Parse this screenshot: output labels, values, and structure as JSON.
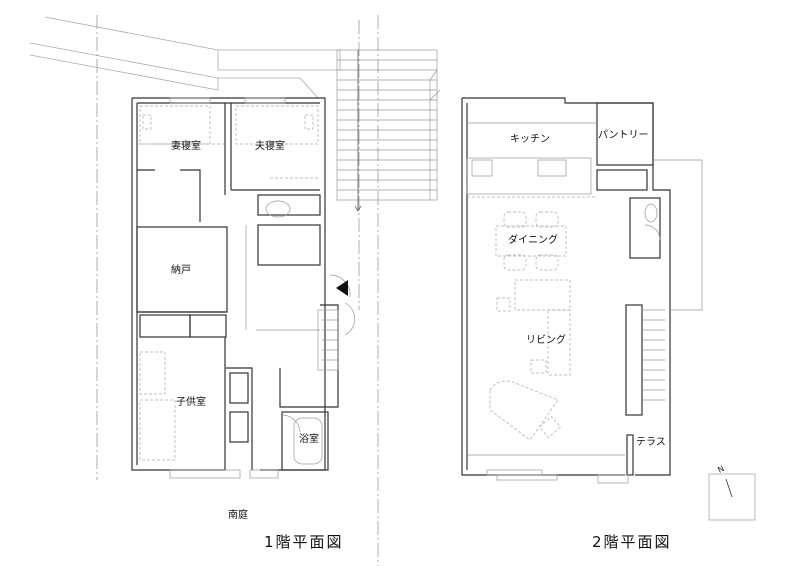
{
  "floor1": {
    "title": "1階平面図",
    "rooms": {
      "wife_bedroom": "妻寝室",
      "husband_bedroom": "夫寝室",
      "storage": "納戸",
      "child_room": "子供室",
      "bathroom": "浴室"
    },
    "garden": "南庭"
  },
  "floor2": {
    "title": "2階平面図",
    "rooms": {
      "kitchen": "キッチン",
      "pantry": "パントリー",
      "dining": "ダイニング",
      "living": "リビング",
      "terrace": "テラス"
    }
  },
  "compass": {
    "label": "N"
  },
  "colors": {
    "wall": "#333333",
    "thin": "#999999",
    "dashed": "#aaaaaa",
    "background": "#ffffff"
  }
}
